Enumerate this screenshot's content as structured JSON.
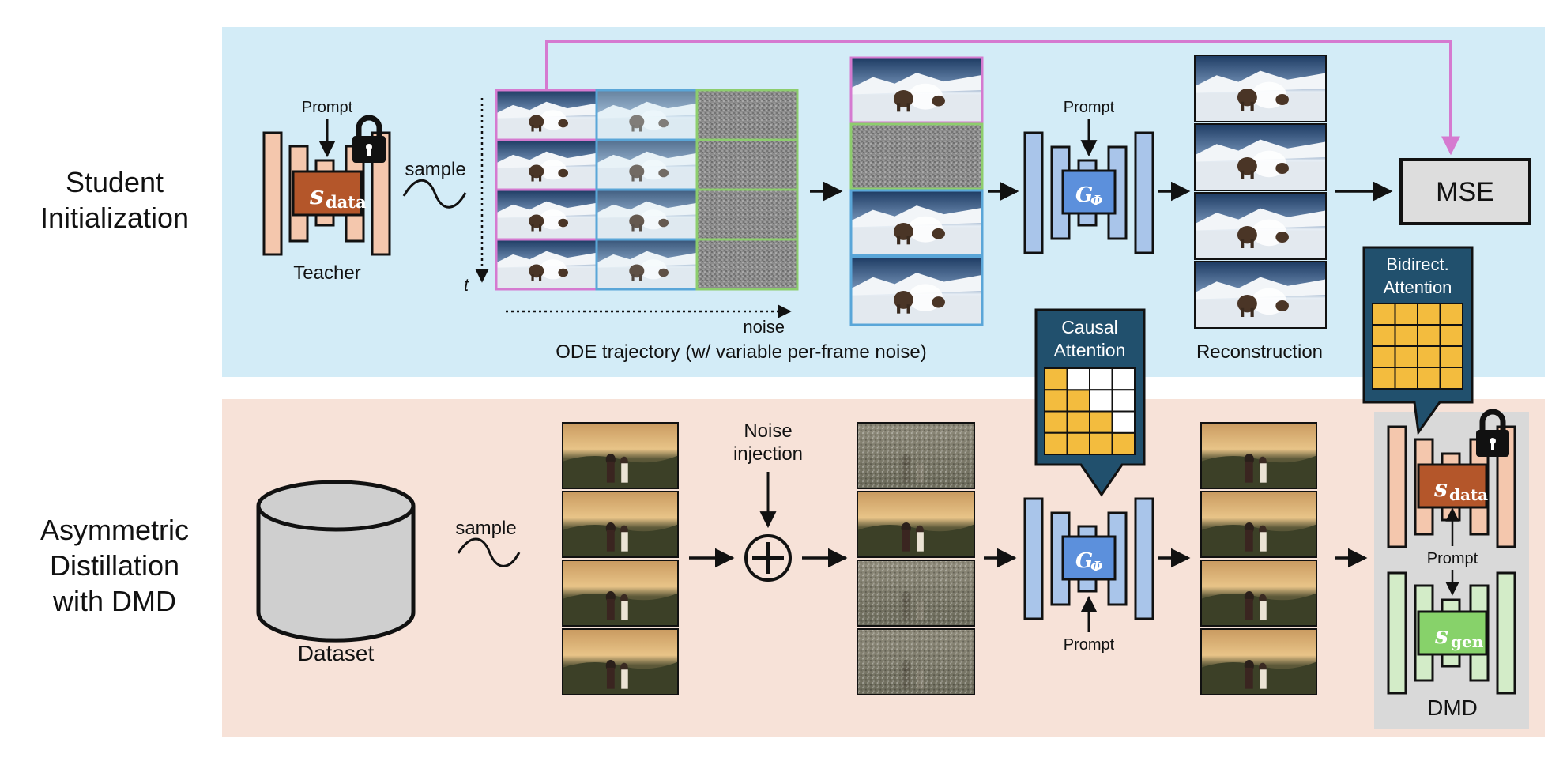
{
  "sections": {
    "top_label": [
      "Student",
      "Initialization"
    ],
    "bottom_label": [
      "Asymmetric",
      "Distillation",
      "with DMD"
    ]
  },
  "teacher": {
    "prompt": "Prompt",
    "model_symbol": "s",
    "model_sub": "data",
    "label": "Teacher",
    "sample": "sample"
  },
  "ode": {
    "t_label": "t",
    "noise_label": "noise",
    "caption": "ODE trajectory (w/ variable per-frame noise)"
  },
  "generator_top": {
    "prompt": "Prompt",
    "symbol": "G",
    "sub": "Φ"
  },
  "reconstruction_label": "Reconstruction",
  "mse_label": "MSE",
  "causal_attention": {
    "line1": "Causal",
    "line2": "Attention"
  },
  "bidirect_attention": {
    "line1": "Bidirect.",
    "line2": "Attention"
  },
  "dataset": {
    "label": "Dataset",
    "sample": "sample"
  },
  "noise_injection": {
    "line1": "Noise",
    "line2": "injection"
  },
  "generator_bottom": {
    "prompt": "Prompt",
    "symbol": "G",
    "sub": "Φ"
  },
  "dmd": {
    "real_symbol": "s",
    "real_sub": "data",
    "fake_symbol": "s",
    "fake_sub": "gen",
    "prompt": "Prompt",
    "label": "DMD"
  },
  "colors": {
    "top_bg": "#d3ecf7",
    "bottom_bg": "#f7e2d8",
    "teacher_block": "#f4c7ad",
    "teacher_core": "#b4562a",
    "gen_block": "#a9c5ea",
    "gen_core": "#5c90dc",
    "gen_block_green": "#d3ecc8",
    "gen_core_green": "#87d26a",
    "pink_arrow": "#d57ad0",
    "attention_box": "#21506d",
    "attention_cell": "#f3bc3e"
  }
}
